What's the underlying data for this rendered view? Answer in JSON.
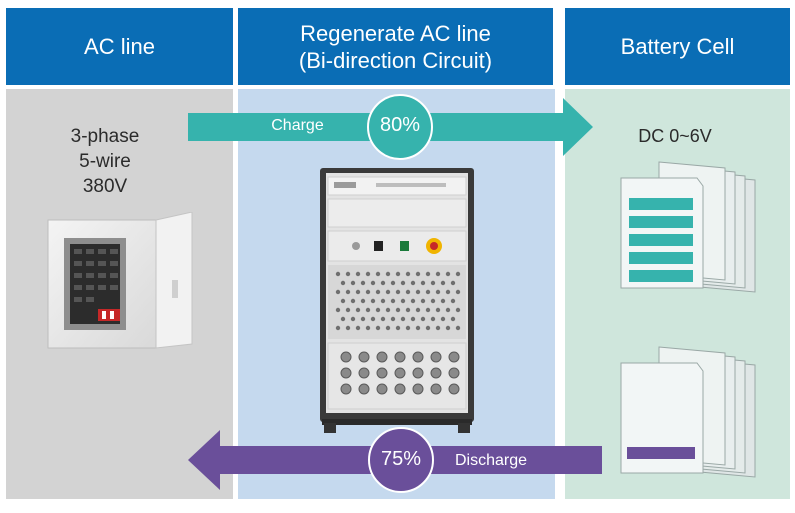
{
  "columns": {
    "ac_line": {
      "title": "AC line",
      "specs": [
        "3-phase",
        "5-wire",
        "380V"
      ]
    },
    "regenerate": {
      "title_line1": "Regenerate AC line",
      "title_line2": "(Bi-direction Circuit)"
    },
    "battery": {
      "title": "Battery Cell",
      "voltage": "DC 0~6V"
    }
  },
  "charge": {
    "label": "Charge",
    "efficiency": "80%",
    "color": "#36b3ad"
  },
  "discharge": {
    "label": "Discharge",
    "efficiency": "75%",
    "color": "#6a4f9a"
  },
  "colors": {
    "header": "#0a6db5",
    "ac_bg": "#d3d3d3",
    "regen_bg": "#c5d9ee",
    "battery_bg": "#cfe6dc"
  }
}
